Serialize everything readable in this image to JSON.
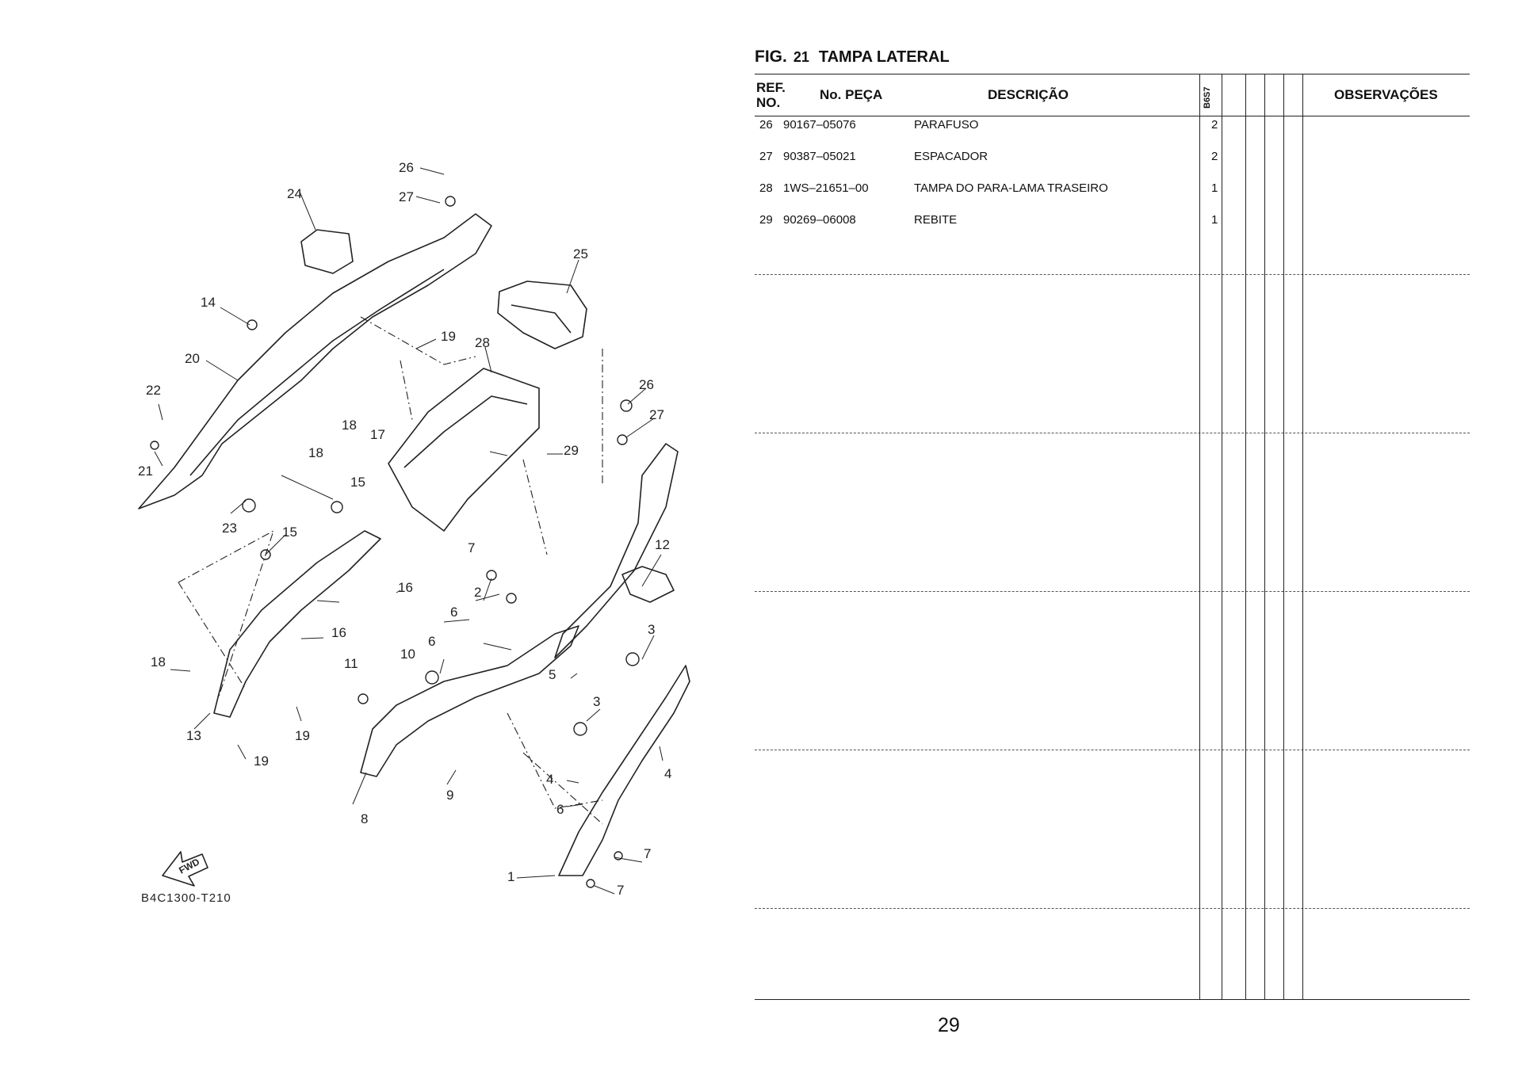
{
  "figure": {
    "label": "FIG.",
    "number": "21",
    "title": "TAMPA LATERAL"
  },
  "table": {
    "headers": {
      "ref": "REF.\nNO.",
      "part_no": "No. PEÇA",
      "description": "DESCRIÇÃO",
      "model": "B6S7",
      "observations": "OBSERVAÇÕES"
    },
    "rows": [
      {
        "ref": "26",
        "part_no": "90167–05076",
        "description": "PARAFUSO",
        "qty": "2"
      },
      {
        "ref": "27",
        "part_no": "90387–05021",
        "description": "ESPACADOR",
        "qty": "2"
      },
      {
        "ref": "28",
        "part_no": "1WS–21651–00",
        "description": "TAMPA DO PARA-LAMA TRASEIRO",
        "qty": "1"
      },
      {
        "ref": "29",
        "part_no": "90269–06008",
        "description": "REBITE",
        "qty": "1"
      }
    ]
  },
  "diagram": {
    "code": "B4C1300-T210",
    "fwd_label": "FWD",
    "callouts": [
      "26",
      "27",
      "24",
      "25",
      "14",
      "19",
      "28",
      "20",
      "22",
      "26",
      "27",
      "18",
      "17",
      "21",
      "18",
      "29",
      "23",
      "15",
      "15",
      "12",
      "7",
      "16",
      "2",
      "6",
      "16",
      "3",
      "6",
      "18",
      "10",
      "11",
      "5",
      "3",
      "13",
      "19",
      "19",
      "4",
      "4",
      "9",
      "6",
      "8",
      "7",
      "1",
      "7"
    ]
  },
  "page_number": "29"
}
